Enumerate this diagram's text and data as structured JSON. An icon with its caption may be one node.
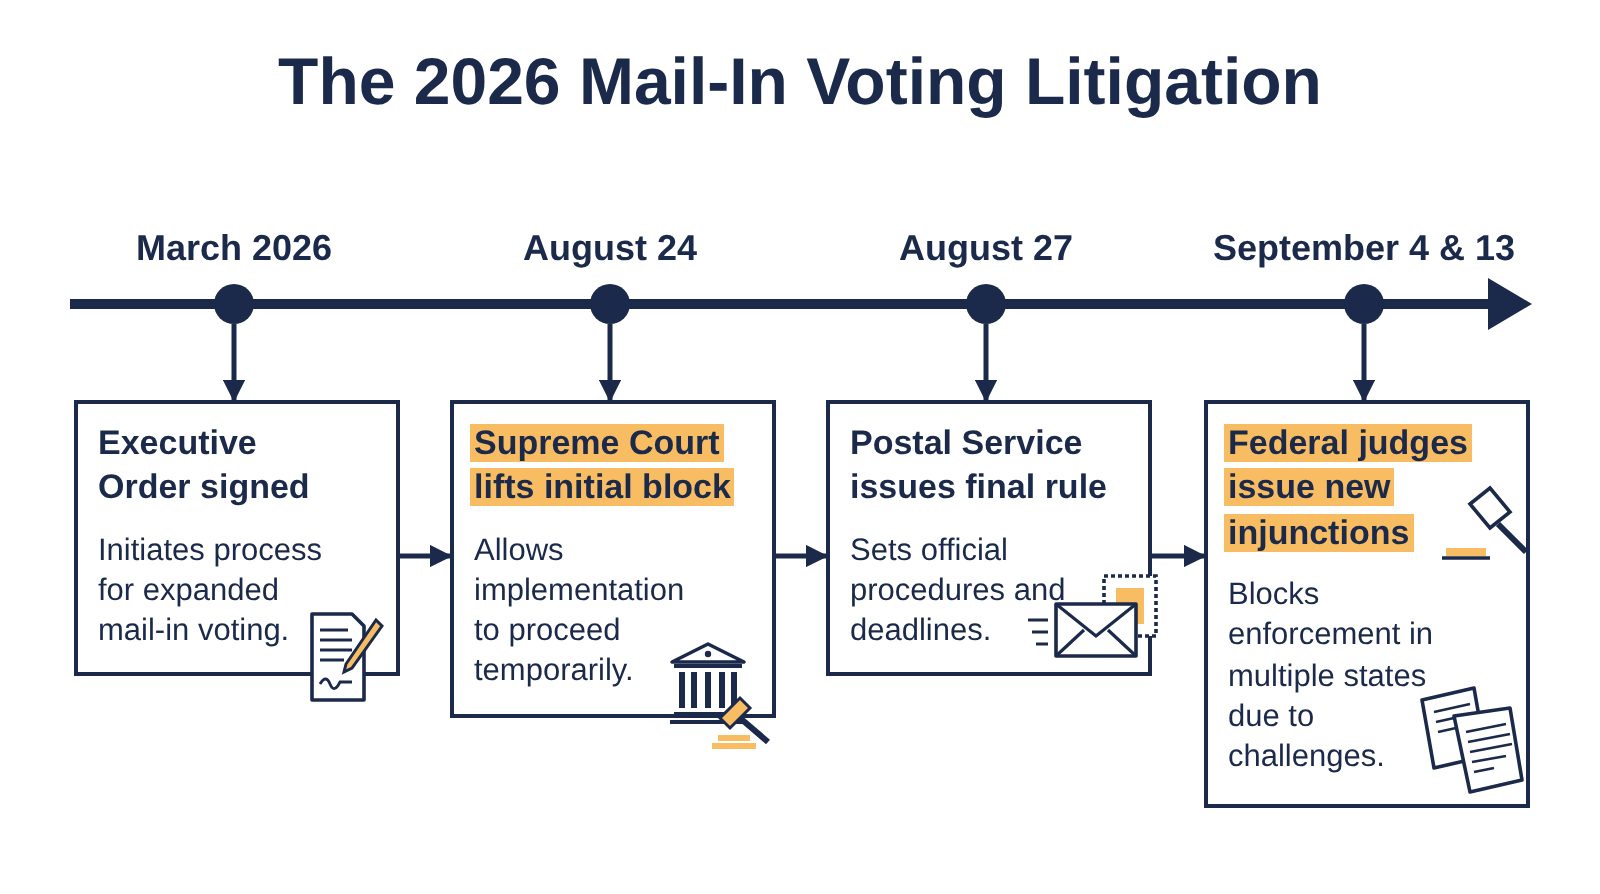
{
  "diagram": {
    "title": "The 2026 Mail-In Voting Litigation",
    "nodes": [
      {
        "text": [],
        "shape": "circle",
        "beside": [
          "March 2026"
        ]
      },
      {
        "text": [],
        "shape": "circle",
        "beside": [
          "August 24"
        ]
      },
      {
        "text": [],
        "shape": "circle",
        "beside": [
          "August 27"
        ]
      },
      {
        "text": [],
        "shape": "circle",
        "beside": [
          "September 4 & 13"
        ]
      },
      {
        "text": [
          "Executive Order signed",
          "Initiates process for expanded mail-in voting."
        ]
      },
      {
        "text": [
          "Supreme Court lifts initial block",
          "Allows implementation to proceed temporarily."
        ]
      },
      {
        "text": [
          "Postal Service issues final rule",
          "Sets official procedures and deadlines."
        ]
      },
      {
        "text": [
          "Federal judges issue new injunctions",
          "Blocks enforcement in multiple states due to challenges."
        ]
      }
    ],
    "edges": [
      {
        "from": 0,
        "to": 4,
        "arrow": "to"
      },
      {
        "from": 1,
        "to": 5,
        "arrow": "to"
      },
      {
        "from": 2,
        "to": 6,
        "arrow": "to"
      },
      {
        "from": 3,
        "to": 7,
        "arrow": "to"
      },
      {
        "from": 4,
        "to": 5,
        "arrow": "to"
      },
      {
        "from": 5,
        "to": 6,
        "arrow": "to"
      },
      {
        "from": 6,
        "to": 7,
        "arrow": "to"
      }
    ]
  }
}
